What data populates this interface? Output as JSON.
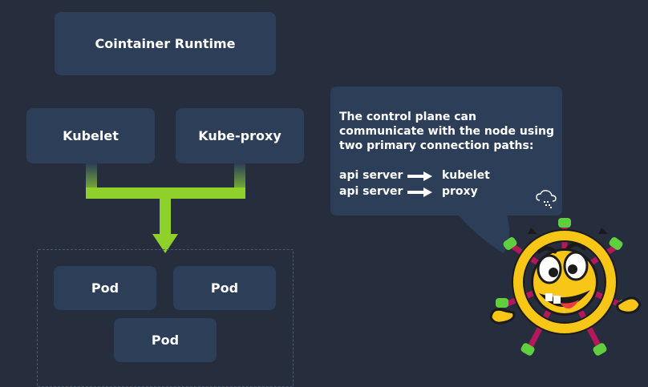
{
  "diagram": {
    "runtime_label": "Cointainer Runtime",
    "kubelet_label": "Kubelet",
    "kubeproxy_label": "Kube-proxy",
    "pods": [
      "Pod",
      "Pod",
      "Pod"
    ]
  },
  "callout": {
    "text": "The control plane can communicate with the node using two primary connection paths:",
    "paths": [
      {
        "from": "api server",
        "to": "kubelet"
      },
      {
        "from": "api server",
        "to": "proxy"
      }
    ]
  },
  "colors": {
    "background": "#262d3c",
    "box": "#2c3e58",
    "connector_green": "#8fd12a",
    "connector_blue": "#2c3e58"
  },
  "icons": [
    "arrow-right-icon",
    "cloud-logo-icon",
    "mascot-illustration"
  ]
}
